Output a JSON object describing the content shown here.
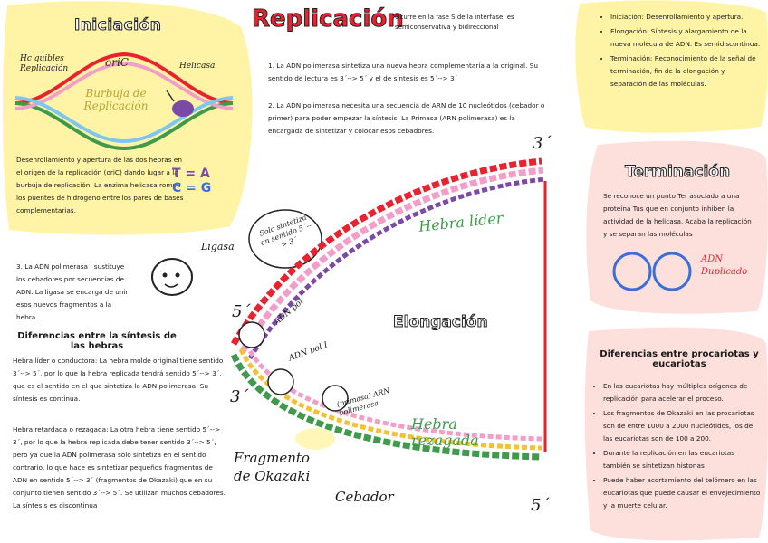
{
  "title": "Replicación",
  "title_desc": "Ocurre en la fase S de la interfase, es semiconservativa y bidireccional",
  "iniciacion": {
    "title": "Iniciación",
    "labels": {
      "helicasa_proteins": "Hc quibles Replicación",
      "oric": "oriC",
      "helicasa": "Helicasa",
      "burbuja": "Burbuja de Replicación"
    },
    "text": "Desenrollamiento y apertura de las dos hebras en el origen de la replicación (oriC) dando lugar a la burbuja de replicación. La enzima helicasa rompe los puentes de hidrógeno entre los pares de bases complementarias.",
    "pairs": [
      "T = A",
      "C = G"
    ]
  },
  "steps": [
    "1. La ADN polimerasa sintetiza una nueva hebra complementaria a la original. Su sentido de lectura es 3´--> 5´ y el de síntesis es 5´--> 3´",
    "2. La ADN polimerasa necesita una secuencia de ARN de 10 nucleótidos (cebador o primer) para poder empezar la síntesis. La Primasa (ARN polimerasa) es la encargada de sintetizar y colocar esos cebadores."
  ],
  "step3": "3. La ADN polimerasa I sustituye los cebadores por secuencias de ADN. La ligasa se encarga de unir esos nuevos fragmentos a la hebra.",
  "summary": [
    "Iniciación: Desenrollamiento y apertura.",
    "Elongación: Síntesis y alargamiento de la nueva molécula de ADN. Es semidiscontinua.",
    "Terminación: Reconocimiento de la señal de terminación, fin de la elongación y separación de las moléculas."
  ],
  "terminacion": {
    "title": "Terminación",
    "text": "Se reconoce un punto Ter asociado a una proteína Tus que en conjunto inhiben la actividad de la helicasa. Acaba la replicación y se separan las moléculas",
    "label": "ADN Duplicado"
  },
  "diferencias_sintesis": {
    "title": "Diferencias entre la síntesis de las hebras",
    "p1": "Hebra líder o conductora: La hebra molde original tiene sentido 3´--> 5´, por lo que la hebra replicada tendrá sentido 5´--> 3´, que es el sentido en el que sintetiza la ADN polimerasa. Su síntesis es continua.",
    "p2": "Hebra retardada o rezagada: La otra hebra tiene sentido 5´--> 3´, por lo que la hebra replicada debe tener sentido 3´--> 5´, pero ya que la ADN polimerasa sólo sintetiza en el sentido contrario, lo que hace es sintetizar pequeños fragmentos de ADN en sentido 5´--> 3´ (fragmentos de Okazaki) que en su conjunto tienen sentido 3´--> 5´. Se utilizan muchos cebadores. La síntesis es discontinua"
  },
  "diferencias_pro_euc": {
    "title": "Diferencias entre procariotas y eucariotas",
    "items": [
      "En las eucariotas hay múltiples orígenes de replicación para acelerar el proceso.",
      "Los fragmentos de Okazaki en las procariotas son de entre 1000 a 2000 nucleótidos, los de las eucariotas son de 100 a 200.",
      "Durante la replicación en las eucariotas también se sintetizan histonas",
      "Puede haber acortamiento del telómero en las eucariotas que puede causar el envejecimiento y la muerte celular."
    ]
  },
  "diagram": {
    "elongacion": "Elongación",
    "hebra_lider": "Hebra líder",
    "hebra_rezagada": "Hebra rezagada",
    "fragmento": "Fragmento de Okazaki",
    "cebador": "Cebador",
    "ligasa": "Ligasa",
    "adn_pol": "ADN pol",
    "adn_pol_i": "ADN pol I",
    "primasa": "(primasa) ARN polimerasa",
    "bubble": "Solo sintetiza en sentido 5´--> 3´",
    "end_3_top": "3´",
    "end_5_left": "5´",
    "end_3_left": "3´",
    "end_5_bottom": "5´"
  },
  "colors": {
    "yellow": "#fff4a6",
    "pink": "#fde0dc",
    "red": "#e8232f",
    "green": "#3f9b4b"
  }
}
